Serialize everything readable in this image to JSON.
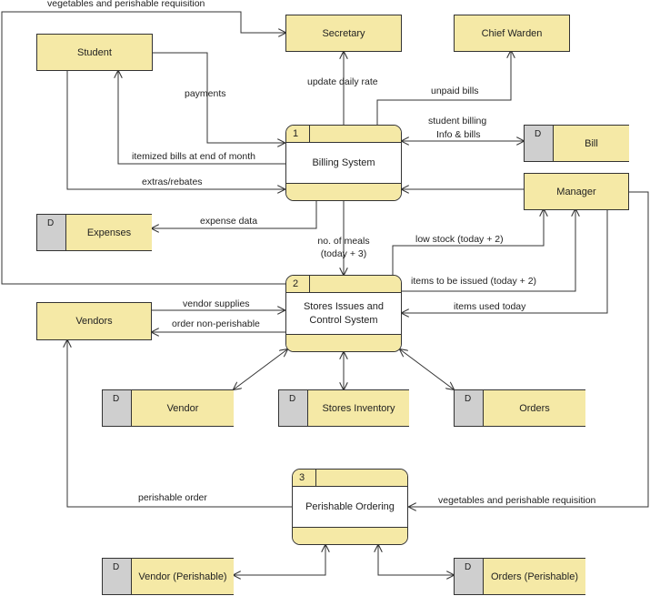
{
  "entities": {
    "student": "Student",
    "secretary": "Secretary",
    "chief_warden": "Chief Warden",
    "manager": "Manager",
    "vendors": "Vendors"
  },
  "processes": {
    "p1": {
      "num": "1",
      "name": "Billing System"
    },
    "p2": {
      "num": "2",
      "name": "Stores Issues and Control System"
    },
    "p3": {
      "num": "3",
      "name": "Perishable Ordering"
    }
  },
  "stores": {
    "bill": {
      "id": "D",
      "name": "Bill"
    },
    "expenses": {
      "id": "D",
      "name": "Expenses"
    },
    "vendor": {
      "id": "D",
      "name": "Vendor"
    },
    "stores_inventory": {
      "id": "D",
      "name": "Stores Inventory"
    },
    "orders": {
      "id": "D",
      "name": "Orders"
    },
    "vendor_perishable": {
      "id": "D",
      "name": "Vendor (Perishable)"
    },
    "orders_perishable": {
      "id": "D",
      "name": "Orders (Perishable)"
    }
  },
  "flows": {
    "veg_top": "vegetables and perishable requisition",
    "payments": "payments",
    "update_daily_rate": "update daily rate",
    "unpaid_bills": "unpaid bills",
    "student_billing": "student billing",
    "info_bills": "Info & bills",
    "itemized_bills": "itemized bills at end of month",
    "extras_rebates": "extras/rebates",
    "expense_data": "expense data",
    "meals_1": "no. of meals",
    "meals_2": "(today + 3)",
    "low_stock": "low stock (today + 2)",
    "items_to_issue": "items to be issued (today + 2)",
    "items_used": "items used today",
    "vendor_supplies": "vendor supplies",
    "order_non_perishable": "order non-perishable",
    "perishable_order": "perishable order",
    "veg_bottom": "vegetables and perishable requisition"
  },
  "colors": {
    "fill": "#f5e9a6",
    "store_id": "#cfcfcf",
    "line": "#333333"
  }
}
